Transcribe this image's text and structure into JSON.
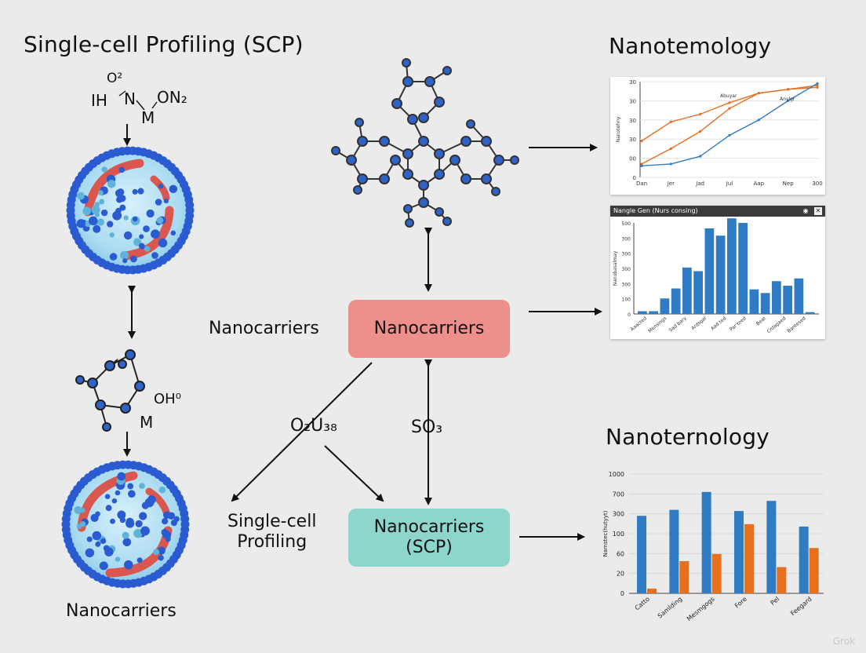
{
  "titles": {
    "left": "Single-cell Profiling (SCP)",
    "right_top": "Nanotemology",
    "right_bottom": "Nanoternology"
  },
  "labels": {
    "nanocarriers_left": "Nanocarriers",
    "nanocarriers_bottom": "Nanocarriers",
    "single_cell_profiling": "Single-cell\nProfiling",
    "o2u": "O₂U₃₈",
    "so3": "SO₃"
  },
  "chem_top": {
    "ih": "IH",
    "o2": "O²",
    "n": "N",
    "on2": "ON₂",
    "m": "M"
  },
  "chem_mid": {
    "oho": "OH⁰",
    "m": "M"
  },
  "boxes": {
    "center": "Nanocarriers",
    "bottom_line1": "Nanocarriers",
    "bottom_line2": "(SCP)"
  },
  "colors": {
    "box_red": "#ef8f8b",
    "box_teal": "#8ed6cc",
    "molecule_blue": "#2f63c8",
    "series_blue": "#2f7bc4",
    "series_orange": "#e6701e"
  },
  "chart_data": [
    {
      "type": "line",
      "x_ticks": [
        "Dan",
        "Jer",
        "Jad",
        "Jul",
        "Aap",
        "Nep",
        "300"
      ],
      "y_ticks": [
        "0",
        "00",
        "30",
        "30",
        "30",
        "30"
      ],
      "ylabel": "Nanotehny",
      "ylim": [
        0,
        100
      ],
      "annotations": [
        "Abuyar",
        "Anylgr"
      ],
      "series": [
        {
          "color": "#e6701e",
          "values": [
            38,
            58,
            66,
            78,
            88,
            92,
            96
          ]
        },
        {
          "color": "#e6701e",
          "values": [
            14,
            30,
            48,
            72,
            88,
            92,
            94
          ]
        },
        {
          "color": "#2f7bc4",
          "values": [
            12,
            14,
            22,
            44,
            60,
            80,
            98
          ]
        }
      ]
    },
    {
      "type": "bar",
      "window_title": "Nangle Gen (Nurs consing)",
      "ylabel": "Nanobasalmay",
      "y_ticks": [
        "500",
        "300",
        "300",
        "300",
        "300",
        "100",
        "0"
      ],
      "ylim": [
        0,
        500
      ],
      "categories": [
        "Aaacted",
        "Mensings",
        "Sad bary",
        "Ardsgal",
        "Aad ted",
        "Par teed",
        "Beat",
        "Crdagaed",
        "Bantesed"
      ],
      "values": [
        15,
        15,
        85,
        140,
        255,
        235,
        470,
        430,
        525,
        500,
        135,
        115,
        180,
        155,
        195,
        10
      ]
    },
    {
      "type": "bar",
      "ylabel": "Namstec(hutyyt)",
      "y_ticks": [
        "1000",
        "700",
        "300",
        "100",
        "60",
        "20",
        "0"
      ],
      "categories": [
        "Catto",
        "Samlding",
        "Mesmgogs",
        "Fore",
        "Pel",
        "Feegard"
      ],
      "series": [
        {
          "name": "",
          "color": "#2f7bc4",
          "values": [
            650,
            700,
            850,
            690,
            775,
            560
          ]
        },
        {
          "name": "",
          "color": "#e6701e",
          "values": [
            40,
            270,
            330,
            580,
            220,
            380
          ]
        }
      ]
    }
  ],
  "watermark": "Grok"
}
